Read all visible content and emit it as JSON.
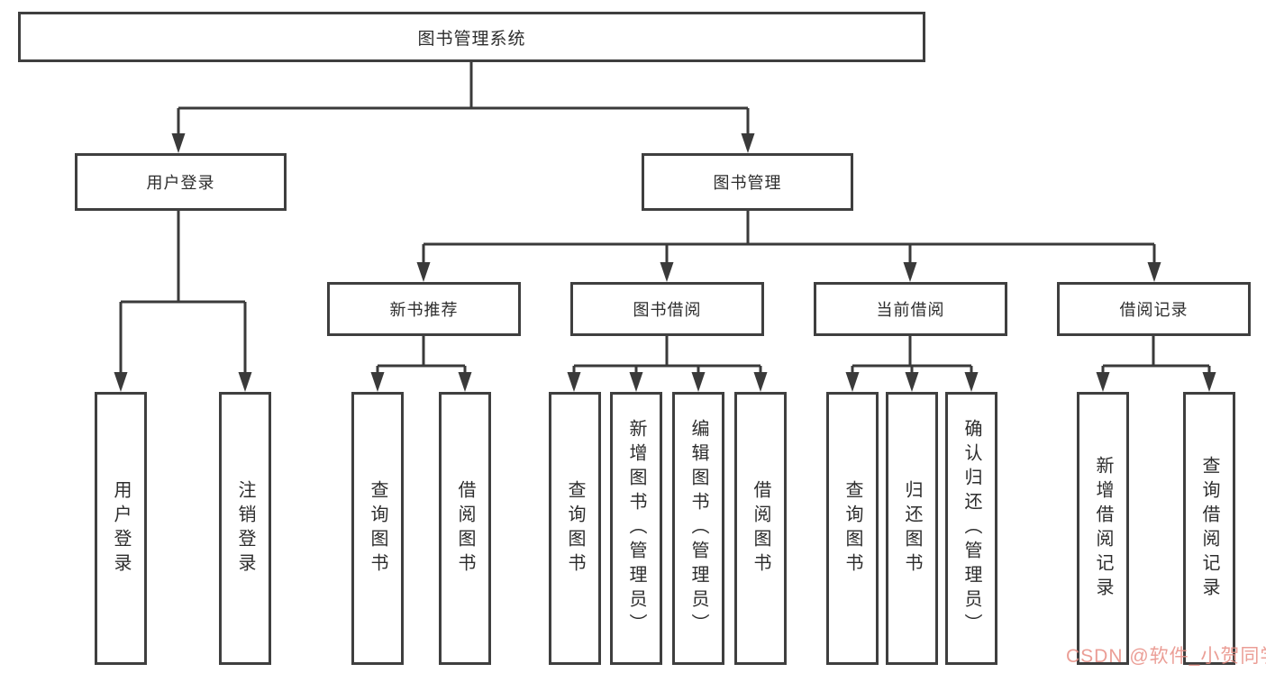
{
  "diagram": {
    "title": "图书管理系统",
    "level2": [
      {
        "label": "用户登录"
      },
      {
        "label": "图书管理"
      }
    ],
    "level3": [
      {
        "label": "新书推荐",
        "parent": "图书管理"
      },
      {
        "label": "图书借阅",
        "parent": "图书管理"
      },
      {
        "label": "当前借阅",
        "parent": "图书管理"
      },
      {
        "label": "借阅记录",
        "parent": "图书管理"
      }
    ],
    "leaves": [
      {
        "label": "用户登录",
        "parent": "用户登录"
      },
      {
        "label": "注销登录",
        "parent": "用户登录"
      },
      {
        "label": "查询图书",
        "parent": "新书推荐"
      },
      {
        "label": "借阅图书",
        "parent": "新书推荐"
      },
      {
        "label": "查询图书",
        "parent": "图书借阅"
      },
      {
        "label": "新增图书（管理员）",
        "parent": "图书借阅"
      },
      {
        "label": "编辑图书（管理员）",
        "parent": "图书借阅"
      },
      {
        "label": "借阅图书",
        "parent": "图书借阅"
      },
      {
        "label": "查询图书",
        "parent": "当前借阅"
      },
      {
        "label": "归还图书",
        "parent": "当前借阅"
      },
      {
        "label": "确认归还（管理员）",
        "parent": "当前借阅"
      },
      {
        "label": "新增借阅记录",
        "parent": "借阅记录"
      },
      {
        "label": "查询借阅记录",
        "parent": "借阅记录"
      }
    ]
  },
  "watermark": {
    "text": "CSDN @软件_小贺同学"
  },
  "colors": {
    "line": "#3a3a3a",
    "box_border": "#3f3f3f",
    "text": "#2d2d2d",
    "background": "#ffffff",
    "watermark": "#e78d84"
  }
}
